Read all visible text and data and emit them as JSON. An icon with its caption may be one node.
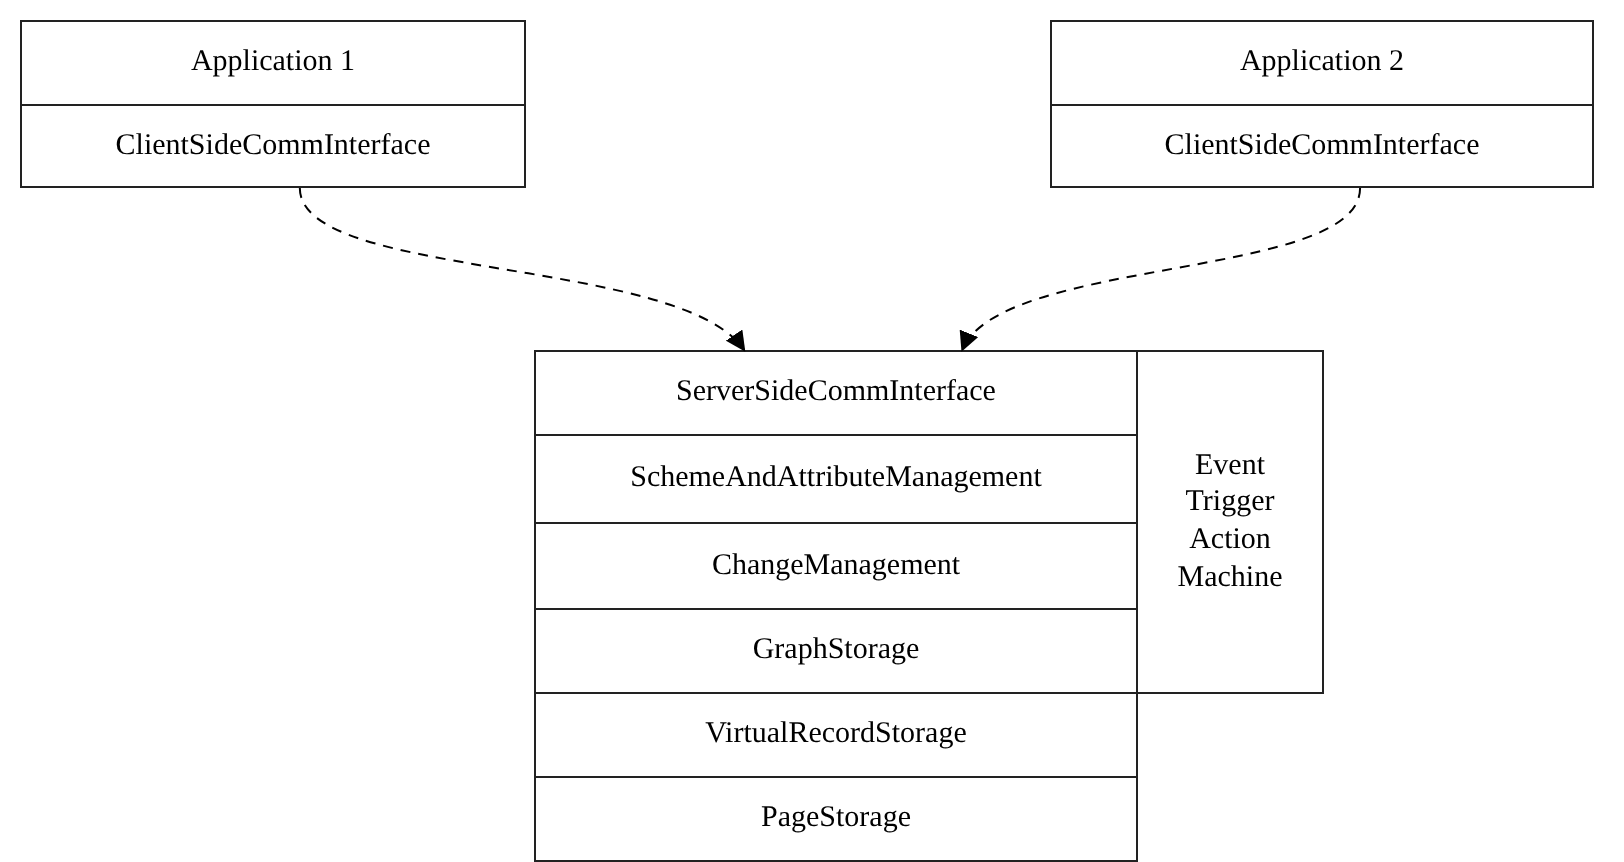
{
  "diagram": {
    "nodes": [
      {
        "text": [
          "Application 1"
        ]
      },
      {
        "text": [
          "ClientSideCommInterface"
        ]
      },
      {
        "text": [
          "Application 2"
        ]
      },
      {
        "text": [
          "ClientSideCommInterface"
        ]
      },
      {
        "text": [
          "ServerSideCommInterface"
        ]
      },
      {
        "text": [
          "SchemeAndAttributeManagement"
        ]
      },
      {
        "text": [
          "ChangeManagement"
        ]
      },
      {
        "text": [
          "GraphStorage"
        ]
      },
      {
        "text": [
          "VirtualRecordStorage"
        ]
      },
      {
        "text": [
          "PageStorage"
        ]
      },
      {
        "text": [
          "Event Trigger Action Machine"
        ]
      }
    ],
    "edges": [
      {
        "from": 1,
        "to": 4,
        "arrow": "to",
        "style": "dashed"
      },
      {
        "from": 3,
        "to": 4,
        "arrow": "to",
        "style": "dashed"
      }
    ]
  }
}
